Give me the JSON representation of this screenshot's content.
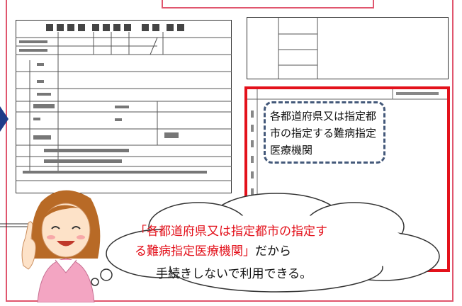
{
  "callout": {
    "text": "各都道府県又は指定都市の指定する難病指定医療機関"
  },
  "speech": {
    "line1_red": "「各都道府県又は指定都市の指定す",
    "line2_red": "る難病指定医療機関」",
    "line2_black": "だから",
    "line3": "手続きしないで利用できる。"
  },
  "colors": {
    "frame": "#e0566e",
    "highlight": "#e3111b",
    "callout_border": "#44597a",
    "arrow": "#1f3c88"
  },
  "icons": [
    "nav-arrow-icon",
    "character-illustration"
  ]
}
